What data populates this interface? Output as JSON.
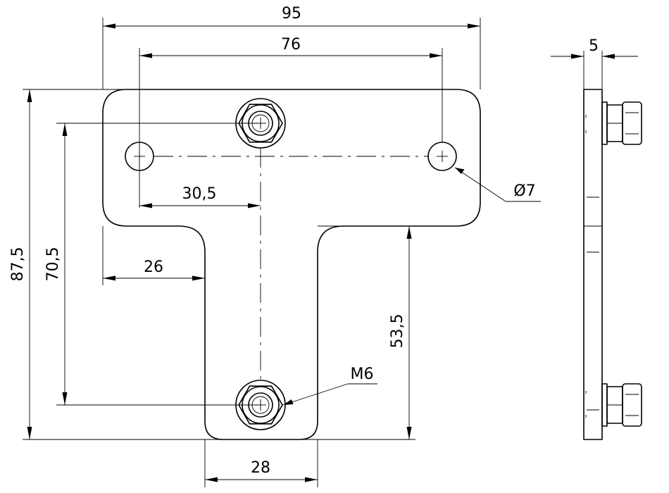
{
  "dimensions": {
    "overall_width": "95",
    "hole_spacing": "76",
    "left_hole_to_nut": "30,5",
    "flange_to_stem": "26",
    "hole_diameter": "Ø7",
    "overall_height": "87,5",
    "nut_spacing": "70,5",
    "stem_length": "53,5",
    "stem_width": "28",
    "thread": "M6",
    "thickness": "5"
  }
}
